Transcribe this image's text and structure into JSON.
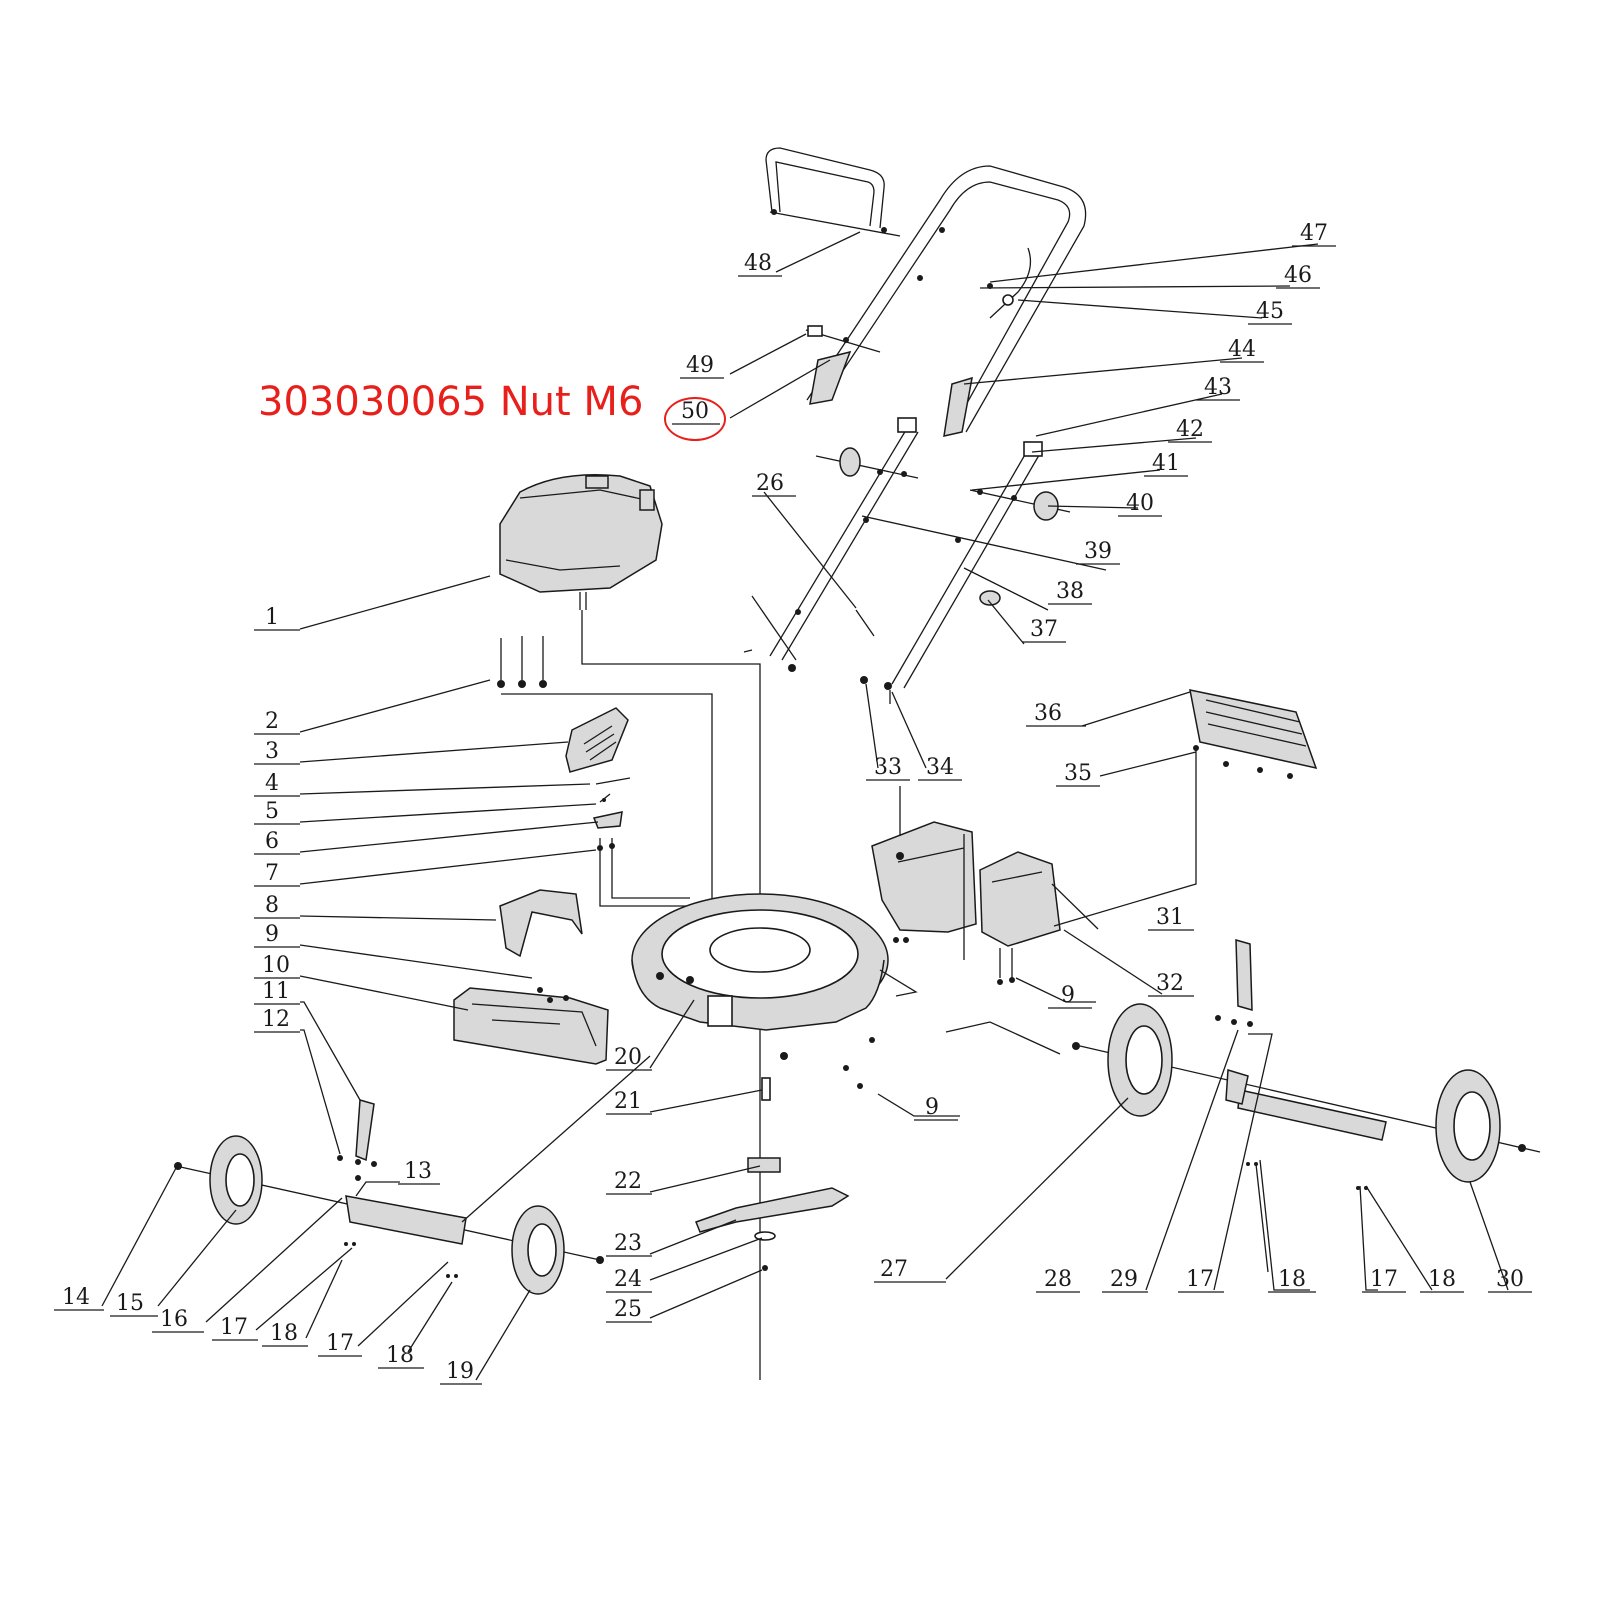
{
  "note": {
    "text": "303030065 Nut M6",
    "highlight_color": "#e8201c",
    "highlighted_callout": "50"
  },
  "callouts": [
    "1",
    "2",
    "3",
    "4",
    "5",
    "6",
    "7",
    "8",
    "9",
    "10",
    "11",
    "12",
    "13",
    "14",
    "15",
    "16",
    "17",
    "18",
    "19",
    "20",
    "21",
    "22",
    "23",
    "24",
    "25",
    "26",
    "27",
    "28",
    "29",
    "30",
    "31",
    "32",
    "33",
    "34",
    "35",
    "36",
    "37",
    "38",
    "39",
    "40",
    "41",
    "42",
    "43",
    "44",
    "45",
    "46",
    "47",
    "48",
    "49",
    "50"
  ]
}
